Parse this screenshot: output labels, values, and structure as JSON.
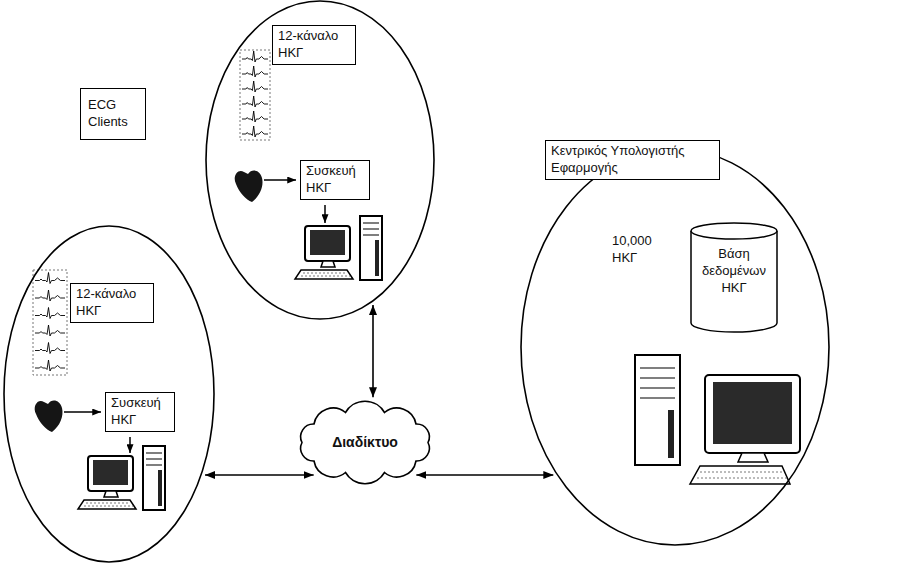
{
  "diagram": {
    "nodes": [
      {
        "text": [
          "ECG Clients"
        ]
      },
      {
        "text": []
      },
      {
        "text": [
          "12-κάναλο ΗΚΓ"
        ],
        "in": 1
      },
      {
        "text": [
          "Συσκευή ΗΚΓ"
        ],
        "in": 1
      },
      {
        "text": []
      },
      {
        "text": [
          "12-κάναλο ΗΚΓ"
        ],
        "in": 4
      },
      {
        "text": [
          "Συσκευή ΗΚΓ"
        ],
        "in": 4
      },
      {
        "text": [
          "Διαδίκτυο"
        ]
      },
      {
        "text": [
          "10,000 ΗΚΓ"
        ]
      },
      {
        "text": [
          "Κεντρικός Υπολογιστής Εφαρμογής"
        ],
        "in": 8
      },
      {
        "text": [
          "Βάση δεδομένων ΗΚΓ"
        ],
        "in": 8
      }
    ],
    "edges": [
      {
        "from": 1,
        "to": 7,
        "arrow": "both"
      },
      {
        "from": 4,
        "to": 7,
        "arrow": "both"
      },
      {
        "from": 7,
        "to": 8,
        "arrow": "both"
      }
    ]
  }
}
